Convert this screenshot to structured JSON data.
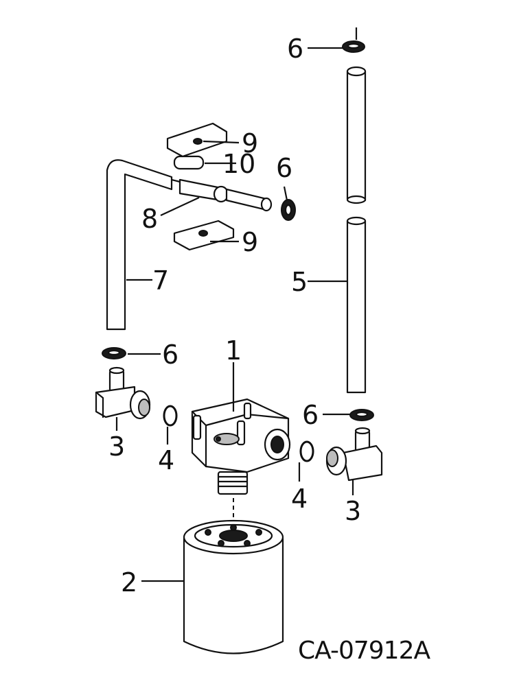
{
  "diagram": {
    "drawing_number": "CA-07912A",
    "callouts": {
      "c1": "1",
      "c2": "2",
      "c3a": "3",
      "c3b": "3",
      "c4a": "4",
      "c4b": "4",
      "c5": "5",
      "c6a": "6",
      "c6b": "6",
      "c6c": "6",
      "c6d": "6",
      "c7": "7",
      "c8": "8",
      "c9a": "9",
      "c9b": "9",
      "c10": "10"
    }
  }
}
